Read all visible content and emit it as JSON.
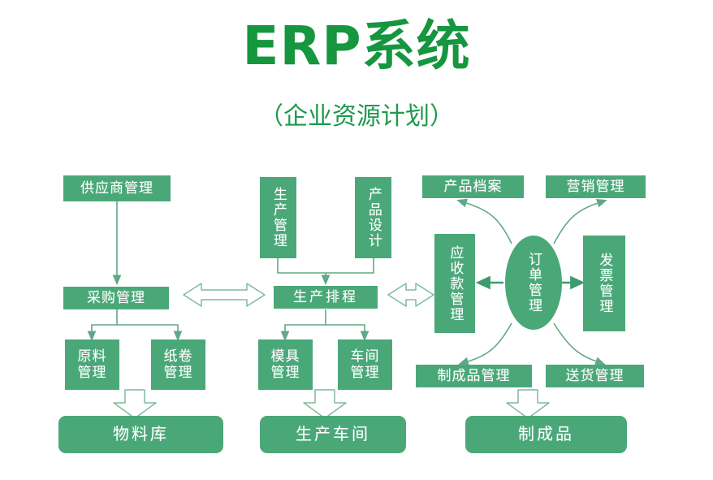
{
  "header": {
    "title": "ERP系统",
    "subtitle": "（企业资源计划）",
    "title_color": "#15963f",
    "subtitle_color": "#1d9a4c"
  },
  "theme": {
    "node_fill": "#4aa878",
    "node_text": "#ffffff",
    "connector": "#5fa986",
    "block_arrow_fill": "#ffffff",
    "block_arrow_stroke": "#7fbb9d",
    "background": "#ffffff"
  },
  "diagram": {
    "type": "flowchart",
    "nodes": [
      {
        "id": "supplier",
        "label": "供应商管理",
        "shape": "rect",
        "orientation": "horizontal"
      },
      {
        "id": "purchase",
        "label": "采购管理",
        "shape": "rect",
        "orientation": "horizontal"
      },
      {
        "id": "rawmat",
        "label": "原料\n管理",
        "shape": "rect",
        "orientation": "horizontal"
      },
      {
        "id": "paperroll",
        "label": "纸卷\n管理",
        "shape": "rect",
        "orientation": "horizontal"
      },
      {
        "id": "matstore",
        "label": "物料库",
        "shape": "rounded",
        "orientation": "horizontal"
      },
      {
        "id": "prodmgmt",
        "label": "生产管理",
        "shape": "rect",
        "orientation": "vertical"
      },
      {
        "id": "proddesign",
        "label": "产品设计",
        "shape": "rect",
        "orientation": "vertical"
      },
      {
        "id": "prodsched",
        "label": "生产排程",
        "shape": "rect",
        "orientation": "horizontal"
      },
      {
        "id": "mold",
        "label": "模具\n管理",
        "shape": "rect",
        "orientation": "horizontal"
      },
      {
        "id": "workshopmgmt",
        "label": "车间\n管理",
        "shape": "rect",
        "orientation": "horizontal"
      },
      {
        "id": "workshop",
        "label": "生产车间",
        "shape": "rounded",
        "orientation": "horizontal"
      },
      {
        "id": "prodarchive",
        "label": "产品档案",
        "shape": "rect",
        "orientation": "horizontal"
      },
      {
        "id": "marketing",
        "label": "营销管理",
        "shape": "rect",
        "orientation": "horizontal"
      },
      {
        "id": "receivable",
        "label": "应收款管理",
        "shape": "rect",
        "orientation": "vertical"
      },
      {
        "id": "order",
        "label": "订单管理",
        "shape": "ellipse",
        "orientation": "vertical"
      },
      {
        "id": "invoice",
        "label": "发票管理",
        "shape": "rect",
        "orientation": "vertical"
      },
      {
        "id": "finishedmgmt",
        "label": "制成品管理",
        "shape": "rect",
        "orientation": "horizontal"
      },
      {
        "id": "delivery",
        "label": "送货管理",
        "shape": "rect",
        "orientation": "horizontal"
      },
      {
        "id": "finished",
        "label": "制成品",
        "shape": "rounded",
        "orientation": "horizontal"
      }
    ],
    "connectors": [
      {
        "from": "supplier",
        "to": "purchase",
        "style": "line-arrow",
        "direction": "down"
      },
      {
        "from": "purchase",
        "to": "rawmat",
        "style": "line-arrow",
        "direction": "down"
      },
      {
        "from": "purchase",
        "to": "paperroll",
        "style": "line-arrow",
        "direction": "down"
      },
      {
        "from": "rawmat",
        "to": "matstore",
        "style": "block-arrow",
        "direction": "down"
      },
      {
        "from": "prodmgmt",
        "to": "prodsched",
        "style": "line-arrow",
        "direction": "down"
      },
      {
        "from": "proddesign",
        "to": "prodsched",
        "style": "line-arrow",
        "direction": "down"
      },
      {
        "from": "prodsched",
        "to": "mold",
        "style": "line-arrow",
        "direction": "down"
      },
      {
        "from": "prodsched",
        "to": "workshopmgmt",
        "style": "line-arrow",
        "direction": "down"
      },
      {
        "from": "mold",
        "to": "workshop",
        "style": "block-arrow",
        "direction": "down"
      },
      {
        "from": "purchase",
        "to": "prodsched",
        "style": "block-double-arrow",
        "direction": "horizontal"
      },
      {
        "from": "prodsched",
        "to": "receivable",
        "style": "block-double-arrow",
        "direction": "horizontal"
      },
      {
        "from": "order",
        "to": "receivable",
        "style": "line-arrow",
        "direction": "left"
      },
      {
        "from": "order",
        "to": "invoice",
        "style": "line-arrow",
        "direction": "right"
      },
      {
        "from": "order",
        "to": "prodarchive",
        "style": "curved-arrow",
        "direction": "up-left"
      },
      {
        "from": "order",
        "to": "marketing",
        "style": "curved-arrow",
        "direction": "up-right"
      },
      {
        "from": "order",
        "to": "finishedmgmt",
        "style": "curved-arrow",
        "direction": "down-left"
      },
      {
        "from": "order",
        "to": "delivery",
        "style": "curved-arrow",
        "direction": "down-right"
      },
      {
        "from": "finishedmgmt",
        "to": "finished",
        "style": "block-arrow",
        "direction": "down"
      }
    ]
  }
}
